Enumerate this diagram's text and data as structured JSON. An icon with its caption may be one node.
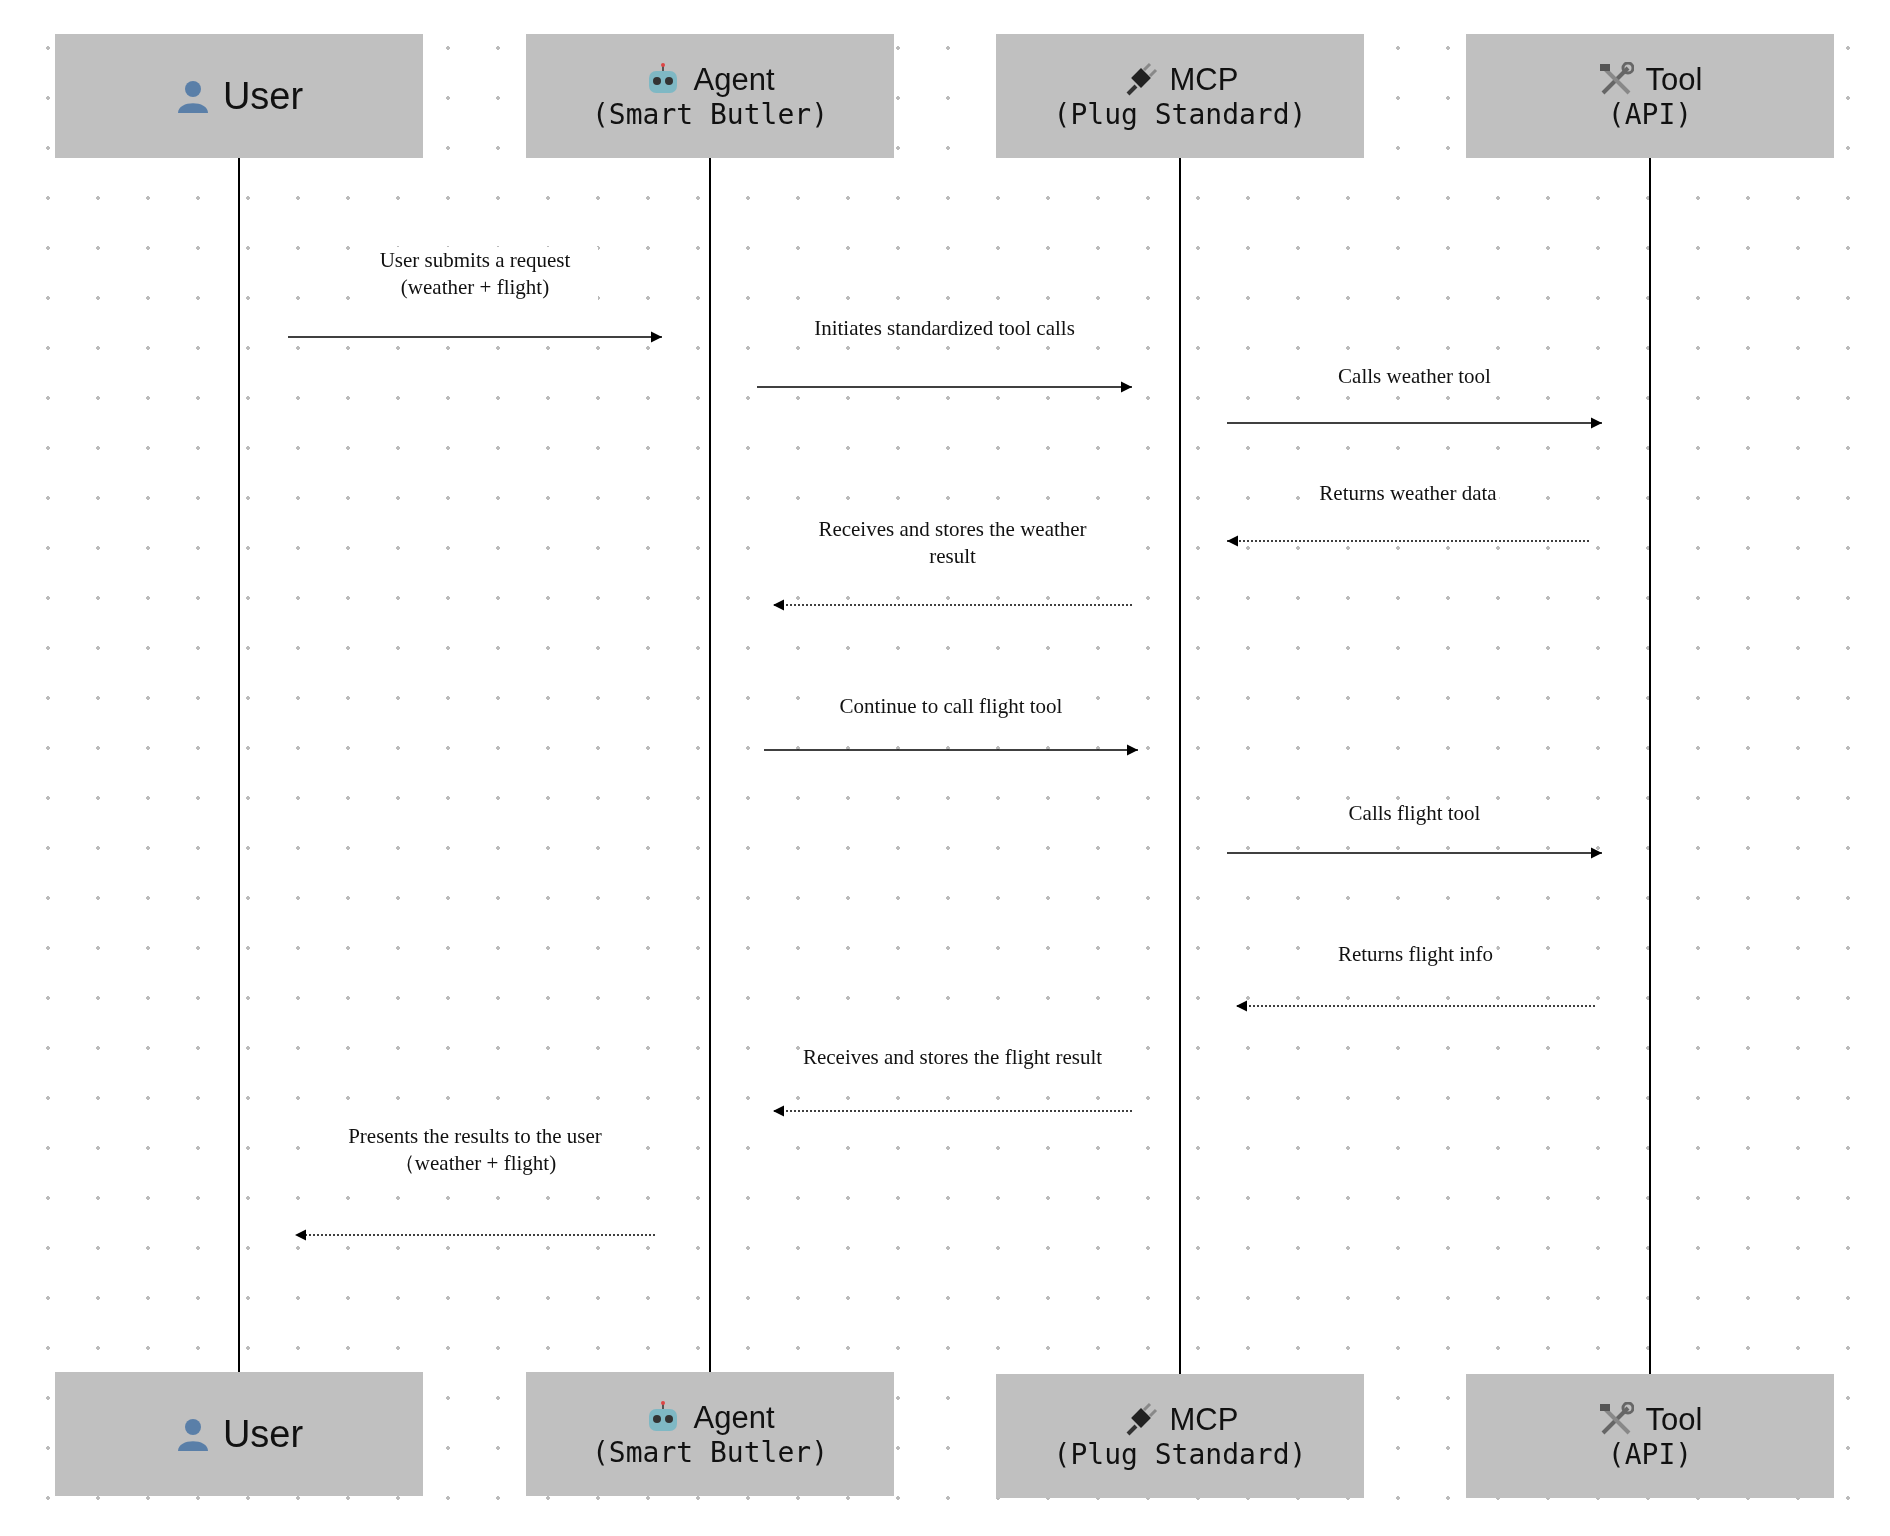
{
  "diagram": {
    "nodes": [
      {
        "text": [
          "User"
        ]
      },
      {
        "text": [
          "Agent",
          "(Smart Butler)"
        ]
      },
      {
        "text": [
          "MCP",
          "(Plug Standard)"
        ]
      },
      {
        "text": [
          "Tool",
          "(API)"
        ]
      },
      {
        "text": [
          "User"
        ]
      },
      {
        "text": [
          "Agent",
          "(Smart Butler)"
        ]
      },
      {
        "text": [
          "MCP",
          "(Plug Standard)"
        ]
      },
      {
        "text": [
          "Tool",
          "(API)"
        ]
      }
    ],
    "edges": [
      {
        "from": 0,
        "to": 4,
        "arrow": "none"
      },
      {
        "from": 1,
        "to": 5,
        "arrow": "none"
      },
      {
        "from": 2,
        "to": 6,
        "arrow": "none"
      },
      {
        "from": 3,
        "to": 7,
        "arrow": "none"
      }
    ],
    "labels": [
      "User submits a request (weather + flight)",
      "Initiates standardized tool calls",
      "Calls weather tool",
      "Returns weather data",
      "Receives and stores the weather result",
      "Continue to call flight tool",
      "Calls flight tool",
      "Returns flight info",
      "Receives and stores the flight result",
      "Presents the results to the user （weather + flight)"
    ]
  }
}
